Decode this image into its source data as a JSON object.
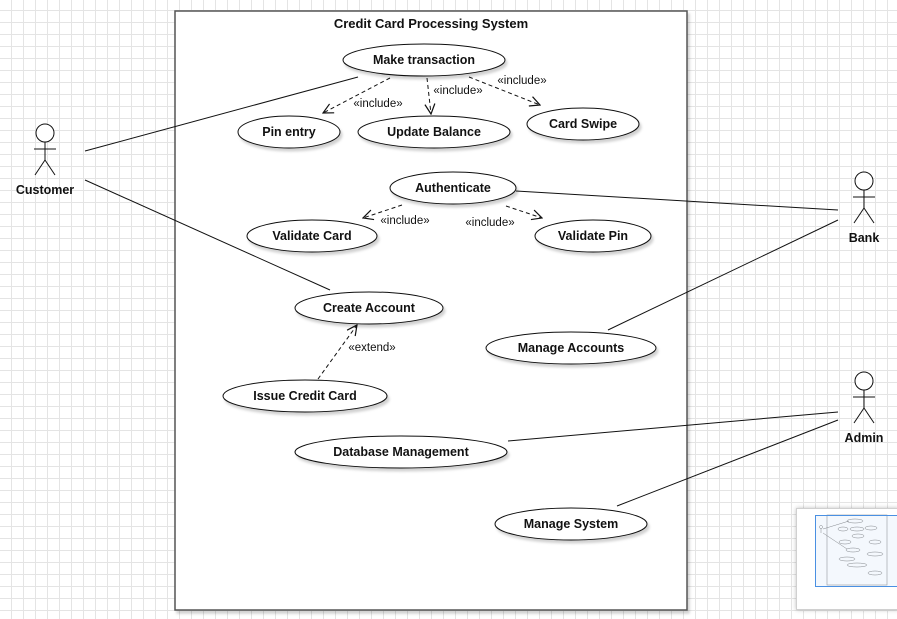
{
  "system": {
    "title": "Credit Card Processing System"
  },
  "actors": {
    "customer": "Customer",
    "bank": "Bank",
    "admin": "Admin"
  },
  "use_cases": {
    "make_transaction": "Make transaction",
    "pin_entry": "Pin entry",
    "update_balance": "Update Balance",
    "card_swipe": "Card Swipe",
    "authenticate": "Authenticate",
    "validate_card": "Validate Card",
    "validate_pin": "Validate Pin",
    "create_account": "Create Account",
    "manage_accounts": "Manage Accounts",
    "issue_credit_card": "Issue Credit Card",
    "database_management": "Database Management",
    "manage_system": "Manage System"
  },
  "stereotypes": {
    "include": "«include»",
    "extend": "«extend»"
  },
  "colors": {
    "line": "#111111",
    "system_border": "#555555",
    "minimap_viewport": "#4a90e2"
  }
}
